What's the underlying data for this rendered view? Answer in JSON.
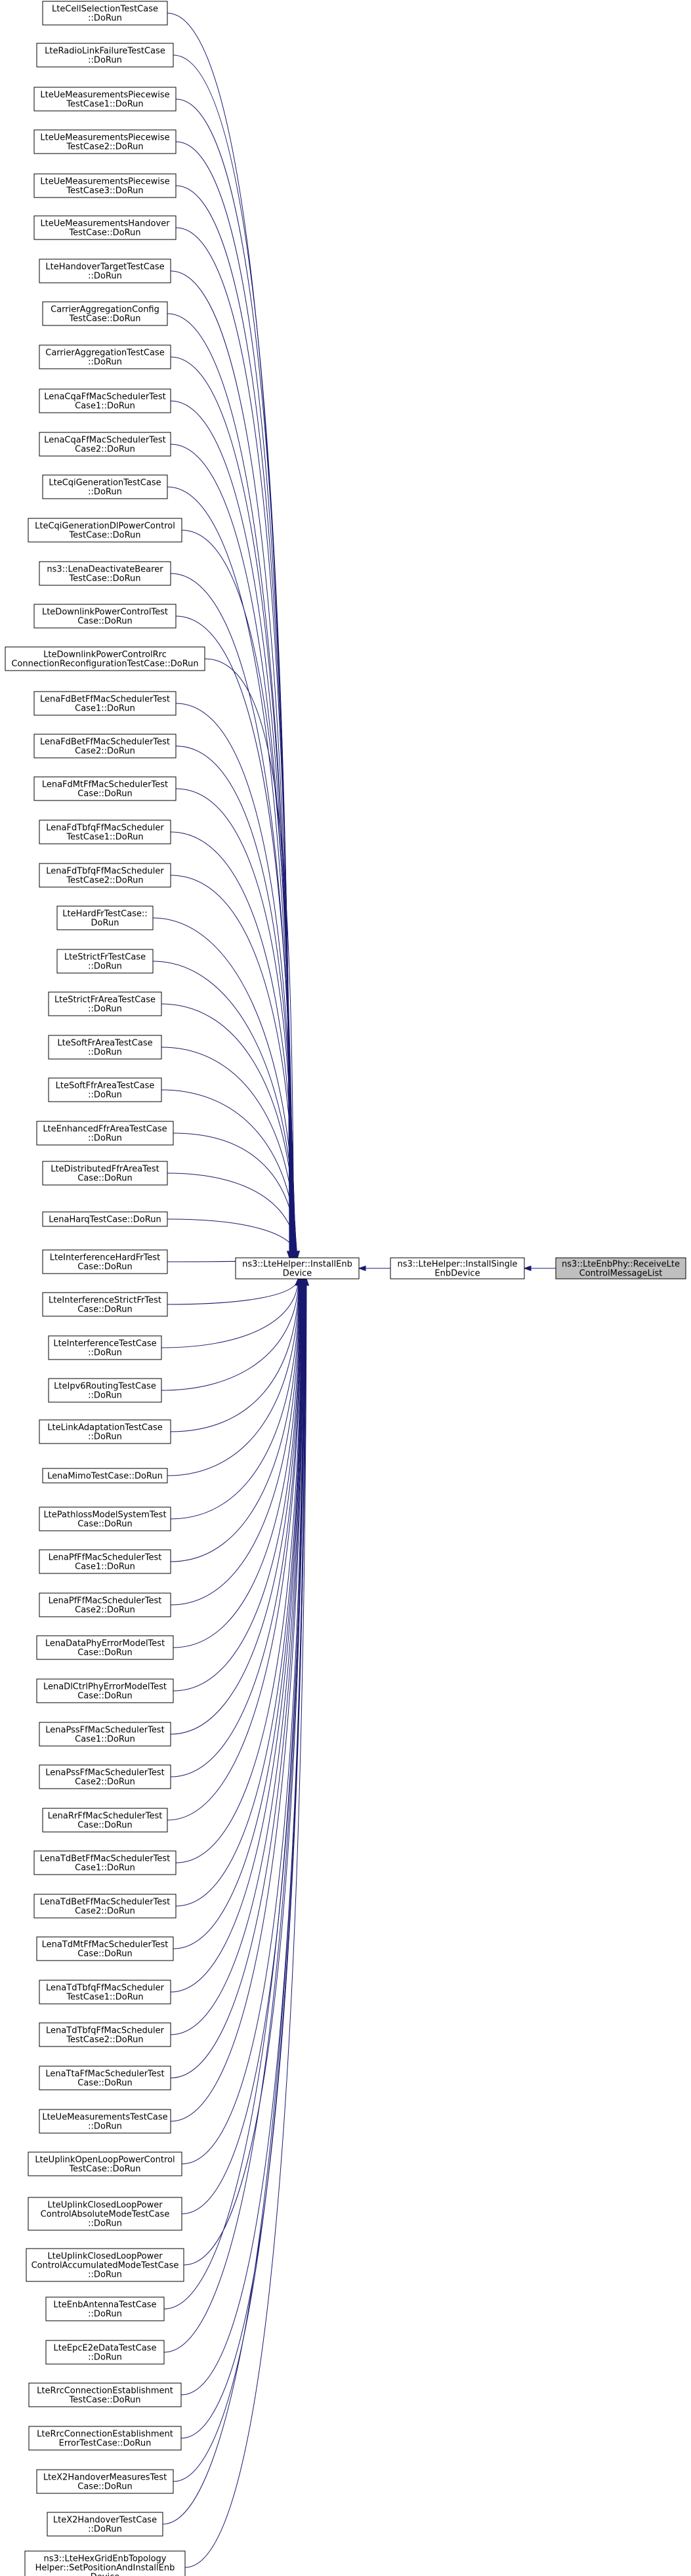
{
  "colors": {
    "edge": "#191970",
    "node_fill": "#ffffff",
    "root_fill": "#bfbfbf",
    "border": "#000000"
  },
  "root": {
    "id": "root",
    "lines": [
      "ns3::LteEnbPhy::ReceiveLte",
      "ControlMessageList"
    ]
  },
  "mid": {
    "id": "mid",
    "lines": [
      "ns3::LteHelper::InstallSingle",
      "EnbDevice"
    ]
  },
  "hub": {
    "id": "hub",
    "lines": [
      "ns3::LteHelper::InstallEnb",
      "Device"
    ]
  },
  "callers": [
    {
      "id": "c0",
      "lines": [
        "LteCellSelectionTestCase",
        "::DoRun"
      ]
    },
    {
      "id": "c1",
      "lines": [
        "LteRadioLinkFailureTestCase",
        "::DoRun"
      ]
    },
    {
      "id": "c2",
      "lines": [
        "LteUeMeasurementsPiecewise",
        "TestCase1::DoRun"
      ]
    },
    {
      "id": "c3",
      "lines": [
        "LteUeMeasurementsPiecewise",
        "TestCase2::DoRun"
      ]
    },
    {
      "id": "c4",
      "lines": [
        "LteUeMeasurementsPiecewise",
        "TestCase3::DoRun"
      ]
    },
    {
      "id": "c5",
      "lines": [
        "LteUeMeasurementsHandover",
        "TestCase::DoRun"
      ]
    },
    {
      "id": "c6",
      "lines": [
        "LteHandoverTargetTestCase",
        "::DoRun"
      ]
    },
    {
      "id": "c7",
      "lines": [
        "CarrierAggregationConfig",
        "TestCase::DoRun"
      ]
    },
    {
      "id": "c8",
      "lines": [
        "CarrierAggregationTestCase",
        "::DoRun"
      ]
    },
    {
      "id": "c9",
      "lines": [
        "LenaCqaFfMacSchedulerTest",
        "Case1::DoRun"
      ]
    },
    {
      "id": "c10",
      "lines": [
        "LenaCqaFfMacSchedulerTest",
        "Case2::DoRun"
      ]
    },
    {
      "id": "c11",
      "lines": [
        "LteCqiGenerationTestCase",
        "::DoRun"
      ]
    },
    {
      "id": "c12",
      "lines": [
        "LteCqiGenerationDlPowerControl",
        "TestCase::DoRun"
      ]
    },
    {
      "id": "c13",
      "lines": [
        "ns3::LenaDeactivateBearer",
        "TestCase::DoRun"
      ]
    },
    {
      "id": "c14",
      "lines": [
        "LteDownlinkPowerControlTest",
        "Case::DoRun"
      ]
    },
    {
      "id": "c15",
      "lines": [
        "LteDownlinkPowerControlRrc",
        "ConnectionReconfigurationTestCase::DoRun"
      ]
    },
    {
      "id": "c16",
      "lines": [
        "LenaFdBetFfMacSchedulerTest",
        "Case1::DoRun"
      ]
    },
    {
      "id": "c17",
      "lines": [
        "LenaFdBetFfMacSchedulerTest",
        "Case2::DoRun"
      ]
    },
    {
      "id": "c18",
      "lines": [
        "LenaFdMtFfMacSchedulerTest",
        "Case::DoRun"
      ]
    },
    {
      "id": "c19",
      "lines": [
        "LenaFdTbfqFfMacScheduler",
        "TestCase1::DoRun"
      ]
    },
    {
      "id": "c20",
      "lines": [
        "LenaFdTbfqFfMacScheduler",
        "TestCase2::DoRun"
      ]
    },
    {
      "id": "c21",
      "lines": [
        "LteHardFrTestCase::",
        "DoRun"
      ]
    },
    {
      "id": "c22",
      "lines": [
        "LteStrictFrTestCase",
        "::DoRun"
      ]
    },
    {
      "id": "c23",
      "lines": [
        "LteStrictFrAreaTestCase",
        "::DoRun"
      ]
    },
    {
      "id": "c24",
      "lines": [
        "LteSoftFrAreaTestCase",
        "::DoRun"
      ]
    },
    {
      "id": "c25",
      "lines": [
        "LteSoftFfrAreaTestCase",
        "::DoRun"
      ]
    },
    {
      "id": "c26",
      "lines": [
        "LteEnhancedFfrAreaTestCase",
        "::DoRun"
      ]
    },
    {
      "id": "c27",
      "lines": [
        "LteDistributedFfrAreaTest",
        "Case::DoRun"
      ]
    },
    {
      "id": "c28",
      "lines": [
        "LenaHarqTestCase::DoRun"
      ]
    },
    {
      "id": "c29",
      "lines": [
        "LteInterferenceHardFrTest",
        "Case::DoRun"
      ]
    },
    {
      "id": "c30",
      "lines": [
        "LteInterferenceStrictFrTest",
        "Case::DoRun"
      ]
    },
    {
      "id": "c31",
      "lines": [
        "LteInterferenceTestCase",
        "::DoRun"
      ]
    },
    {
      "id": "c32",
      "lines": [
        "LteIpv6RoutingTestCase",
        "::DoRun"
      ]
    },
    {
      "id": "c33",
      "lines": [
        "LteLinkAdaptationTestCase",
        "::DoRun"
      ]
    },
    {
      "id": "c34",
      "lines": [
        "LenaMimoTestCase::DoRun"
      ]
    },
    {
      "id": "c35",
      "lines": [
        "LtePathlossModelSystemTest",
        "Case::DoRun"
      ]
    },
    {
      "id": "c36",
      "lines": [
        "LenaPfFfMacSchedulerTest",
        "Case1::DoRun"
      ]
    },
    {
      "id": "c37",
      "lines": [
        "LenaPfFfMacSchedulerTest",
        "Case2::DoRun"
      ]
    },
    {
      "id": "c38",
      "lines": [
        "LenaDataPhyErrorModelTest",
        "Case::DoRun"
      ]
    },
    {
      "id": "c39",
      "lines": [
        "LenaDlCtrlPhyErrorModelTest",
        "Case::DoRun"
      ]
    },
    {
      "id": "c40",
      "lines": [
        "LenaPssFfMacSchedulerTest",
        "Case1::DoRun"
      ]
    },
    {
      "id": "c41",
      "lines": [
        "LenaPssFfMacSchedulerTest",
        "Case2::DoRun"
      ]
    },
    {
      "id": "c42",
      "lines": [
        "LenaRrFfMacSchedulerTest",
        "Case::DoRun"
      ]
    },
    {
      "id": "c43",
      "lines": [
        "LenaTdBetFfMacSchedulerTest",
        "Case1::DoRun"
      ]
    },
    {
      "id": "c44",
      "lines": [
        "LenaTdBetFfMacSchedulerTest",
        "Case2::DoRun"
      ]
    },
    {
      "id": "c45",
      "lines": [
        "LenaTdMtFfMacSchedulerTest",
        "Case::DoRun"
      ]
    },
    {
      "id": "c46",
      "lines": [
        "LenaTdTbfqFfMacScheduler",
        "TestCase1::DoRun"
      ]
    },
    {
      "id": "c47",
      "lines": [
        "LenaTdTbfqFfMacScheduler",
        "TestCase2::DoRun"
      ]
    },
    {
      "id": "c48",
      "lines": [
        "LenaTtaFfMacSchedulerTest",
        "Case::DoRun"
      ]
    },
    {
      "id": "c49",
      "lines": [
        "LteUeMeasurementsTestCase",
        "::DoRun"
      ]
    },
    {
      "id": "c50",
      "lines": [
        "LteUplinkOpenLoopPowerControl",
        "TestCase::DoRun"
      ]
    },
    {
      "id": "c51",
      "lines": [
        "LteUplinkClosedLoopPower",
        "ControlAbsoluteModeTestCase",
        "::DoRun"
      ]
    },
    {
      "id": "c52",
      "lines": [
        "LteUplinkClosedLoopPower",
        "ControlAccumulatedModeTestCase",
        "::DoRun"
      ]
    },
    {
      "id": "c53",
      "lines": [
        "LteEnbAntennaTestCase",
        "::DoRun"
      ]
    },
    {
      "id": "c54",
      "lines": [
        "LteEpcE2eDataTestCase",
        "::DoRun"
      ]
    },
    {
      "id": "c55",
      "lines": [
        "LteRrcConnectionEstablishment",
        "TestCase::DoRun"
      ]
    },
    {
      "id": "c56",
      "lines": [
        "LteRrcConnectionEstablishment",
        "ErrorTestCase::DoRun"
      ]
    },
    {
      "id": "c57",
      "lines": [
        "LteX2HandoverMeasuresTest",
        "Case::DoRun"
      ]
    },
    {
      "id": "c58",
      "lines": [
        "LteX2HandoverTestCase",
        "::DoRun"
      ]
    },
    {
      "id": "c59",
      "lines": [
        "ns3::LteHexGridEnbTopology",
        "Helper::SetPositionAndInstallEnb",
        "Device"
      ]
    }
  ]
}
